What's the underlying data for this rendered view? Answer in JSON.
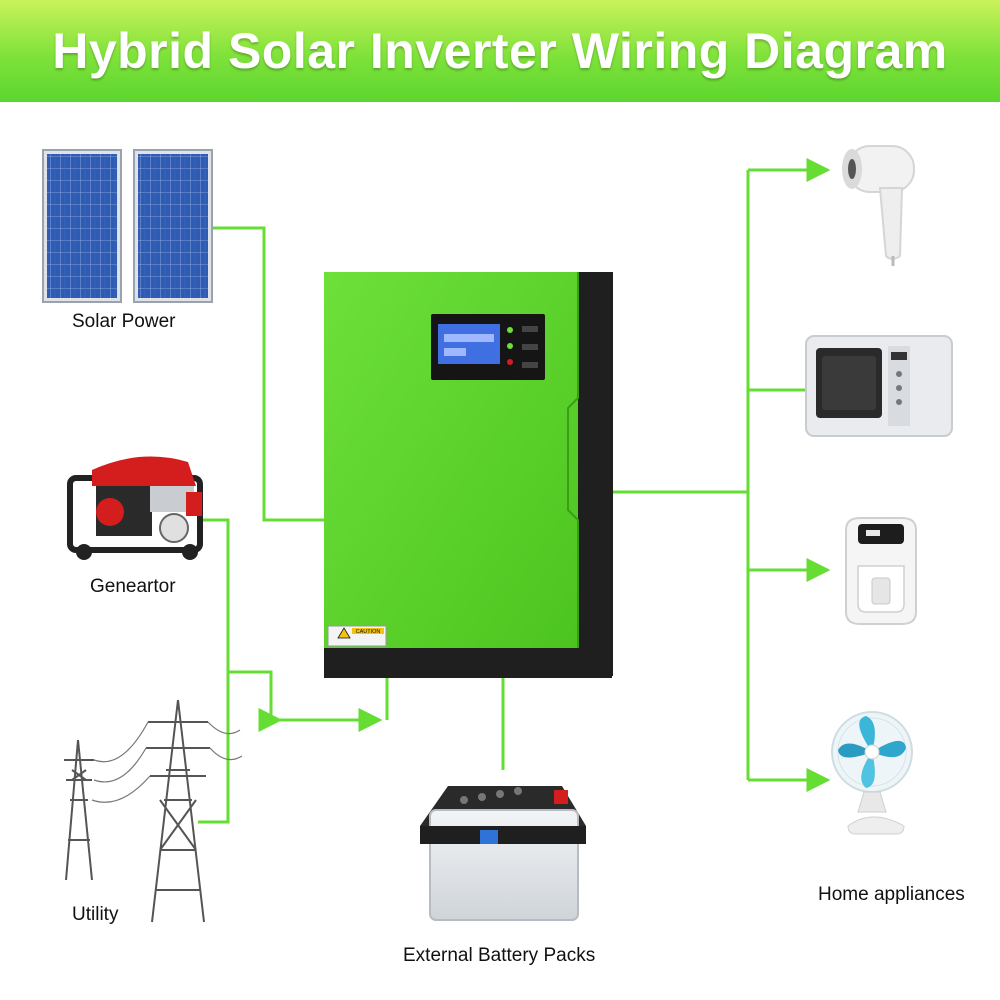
{
  "title": "Hybrid Solar Inverter Wiring Diagram",
  "labels": {
    "solar": "Solar Power",
    "generator": "Geneartor",
    "utility": "Utility",
    "battery": "External Battery Packs",
    "appliances": "Home appliances"
  },
  "caution": "CAUTION",
  "colors": {
    "wire": "#66dd33",
    "inverter_body": "#5fd32a",
    "inverter_side": "#1f1f1f",
    "banner": "#7fe23a",
    "panel_cell": "#2f5bb3",
    "lcd": "#3f6fe0"
  },
  "icons": [
    "solar-panel-icon",
    "generator-icon",
    "power-tower-icon",
    "inverter-icon",
    "battery-icon",
    "hair-dryer-icon",
    "microwave-icon",
    "air-fryer-icon",
    "desk-fan-icon"
  ]
}
